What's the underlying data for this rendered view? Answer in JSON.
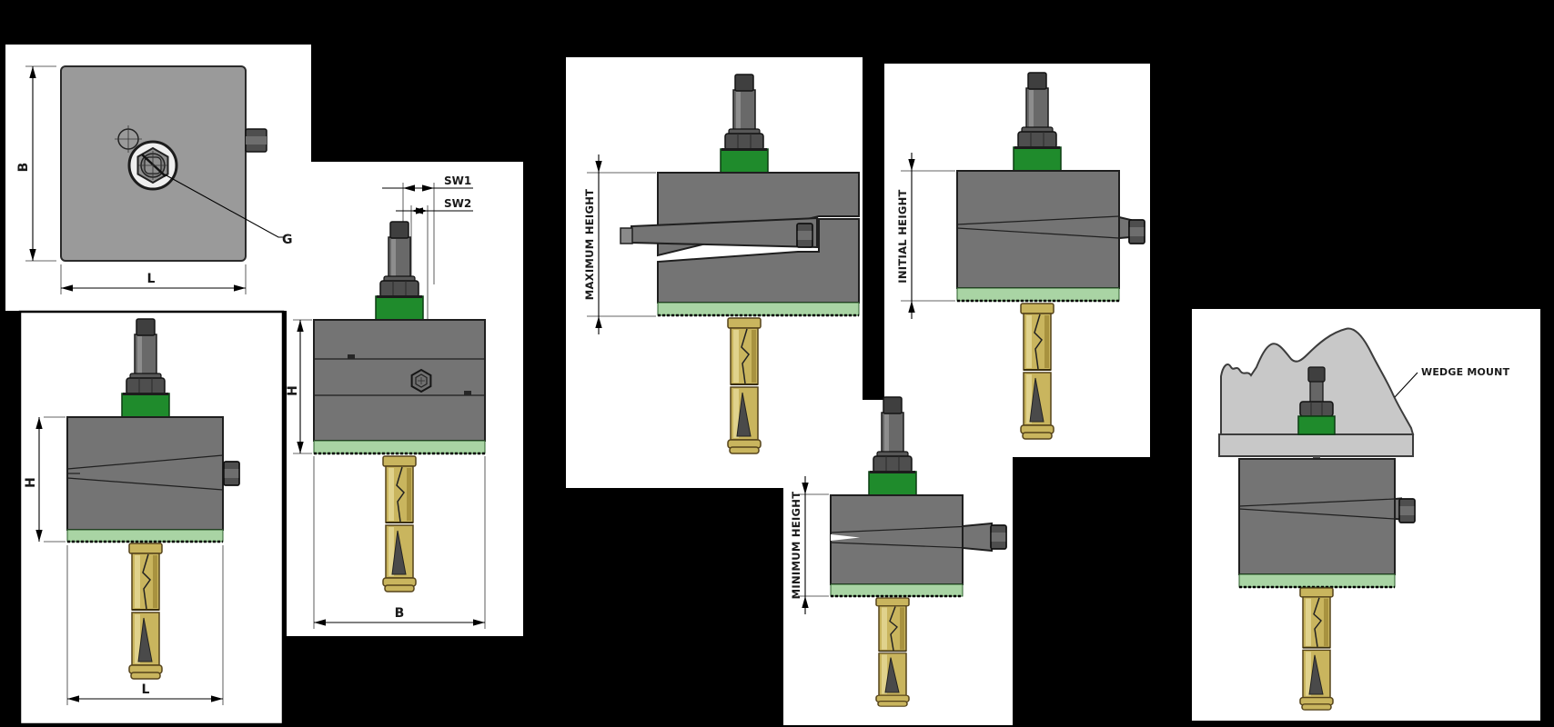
{
  "colors": {
    "background": "#000000",
    "panel": "#ffffff",
    "body_gray": "#747474",
    "plate_gray": "#9a9a9a",
    "base_gray": "#c8c8c8",
    "collar_green": "#1f8b2c",
    "pad_green": "#a9d4a4",
    "anchor_gold": "#c9b55e",
    "line": "#1a1a1a"
  },
  "views": {
    "top": {
      "dim_width": "B",
      "dim_length": "L",
      "thread_label": "G"
    },
    "front": {
      "dim_height": "H",
      "dim_length": "L"
    },
    "side": {
      "dim_sw1": "SW1",
      "dim_sw2": "SW2",
      "dim_height": "H",
      "dim_width": "B"
    },
    "maximum": {
      "label": "MAXIMUM HEIGHT"
    },
    "initial": {
      "label": "INITIAL HEIGHT"
    },
    "minimum": {
      "label": "MINIMUM HEIGHT"
    },
    "wedge_mount": {
      "label": "WEDGE MOUNT"
    }
  }
}
